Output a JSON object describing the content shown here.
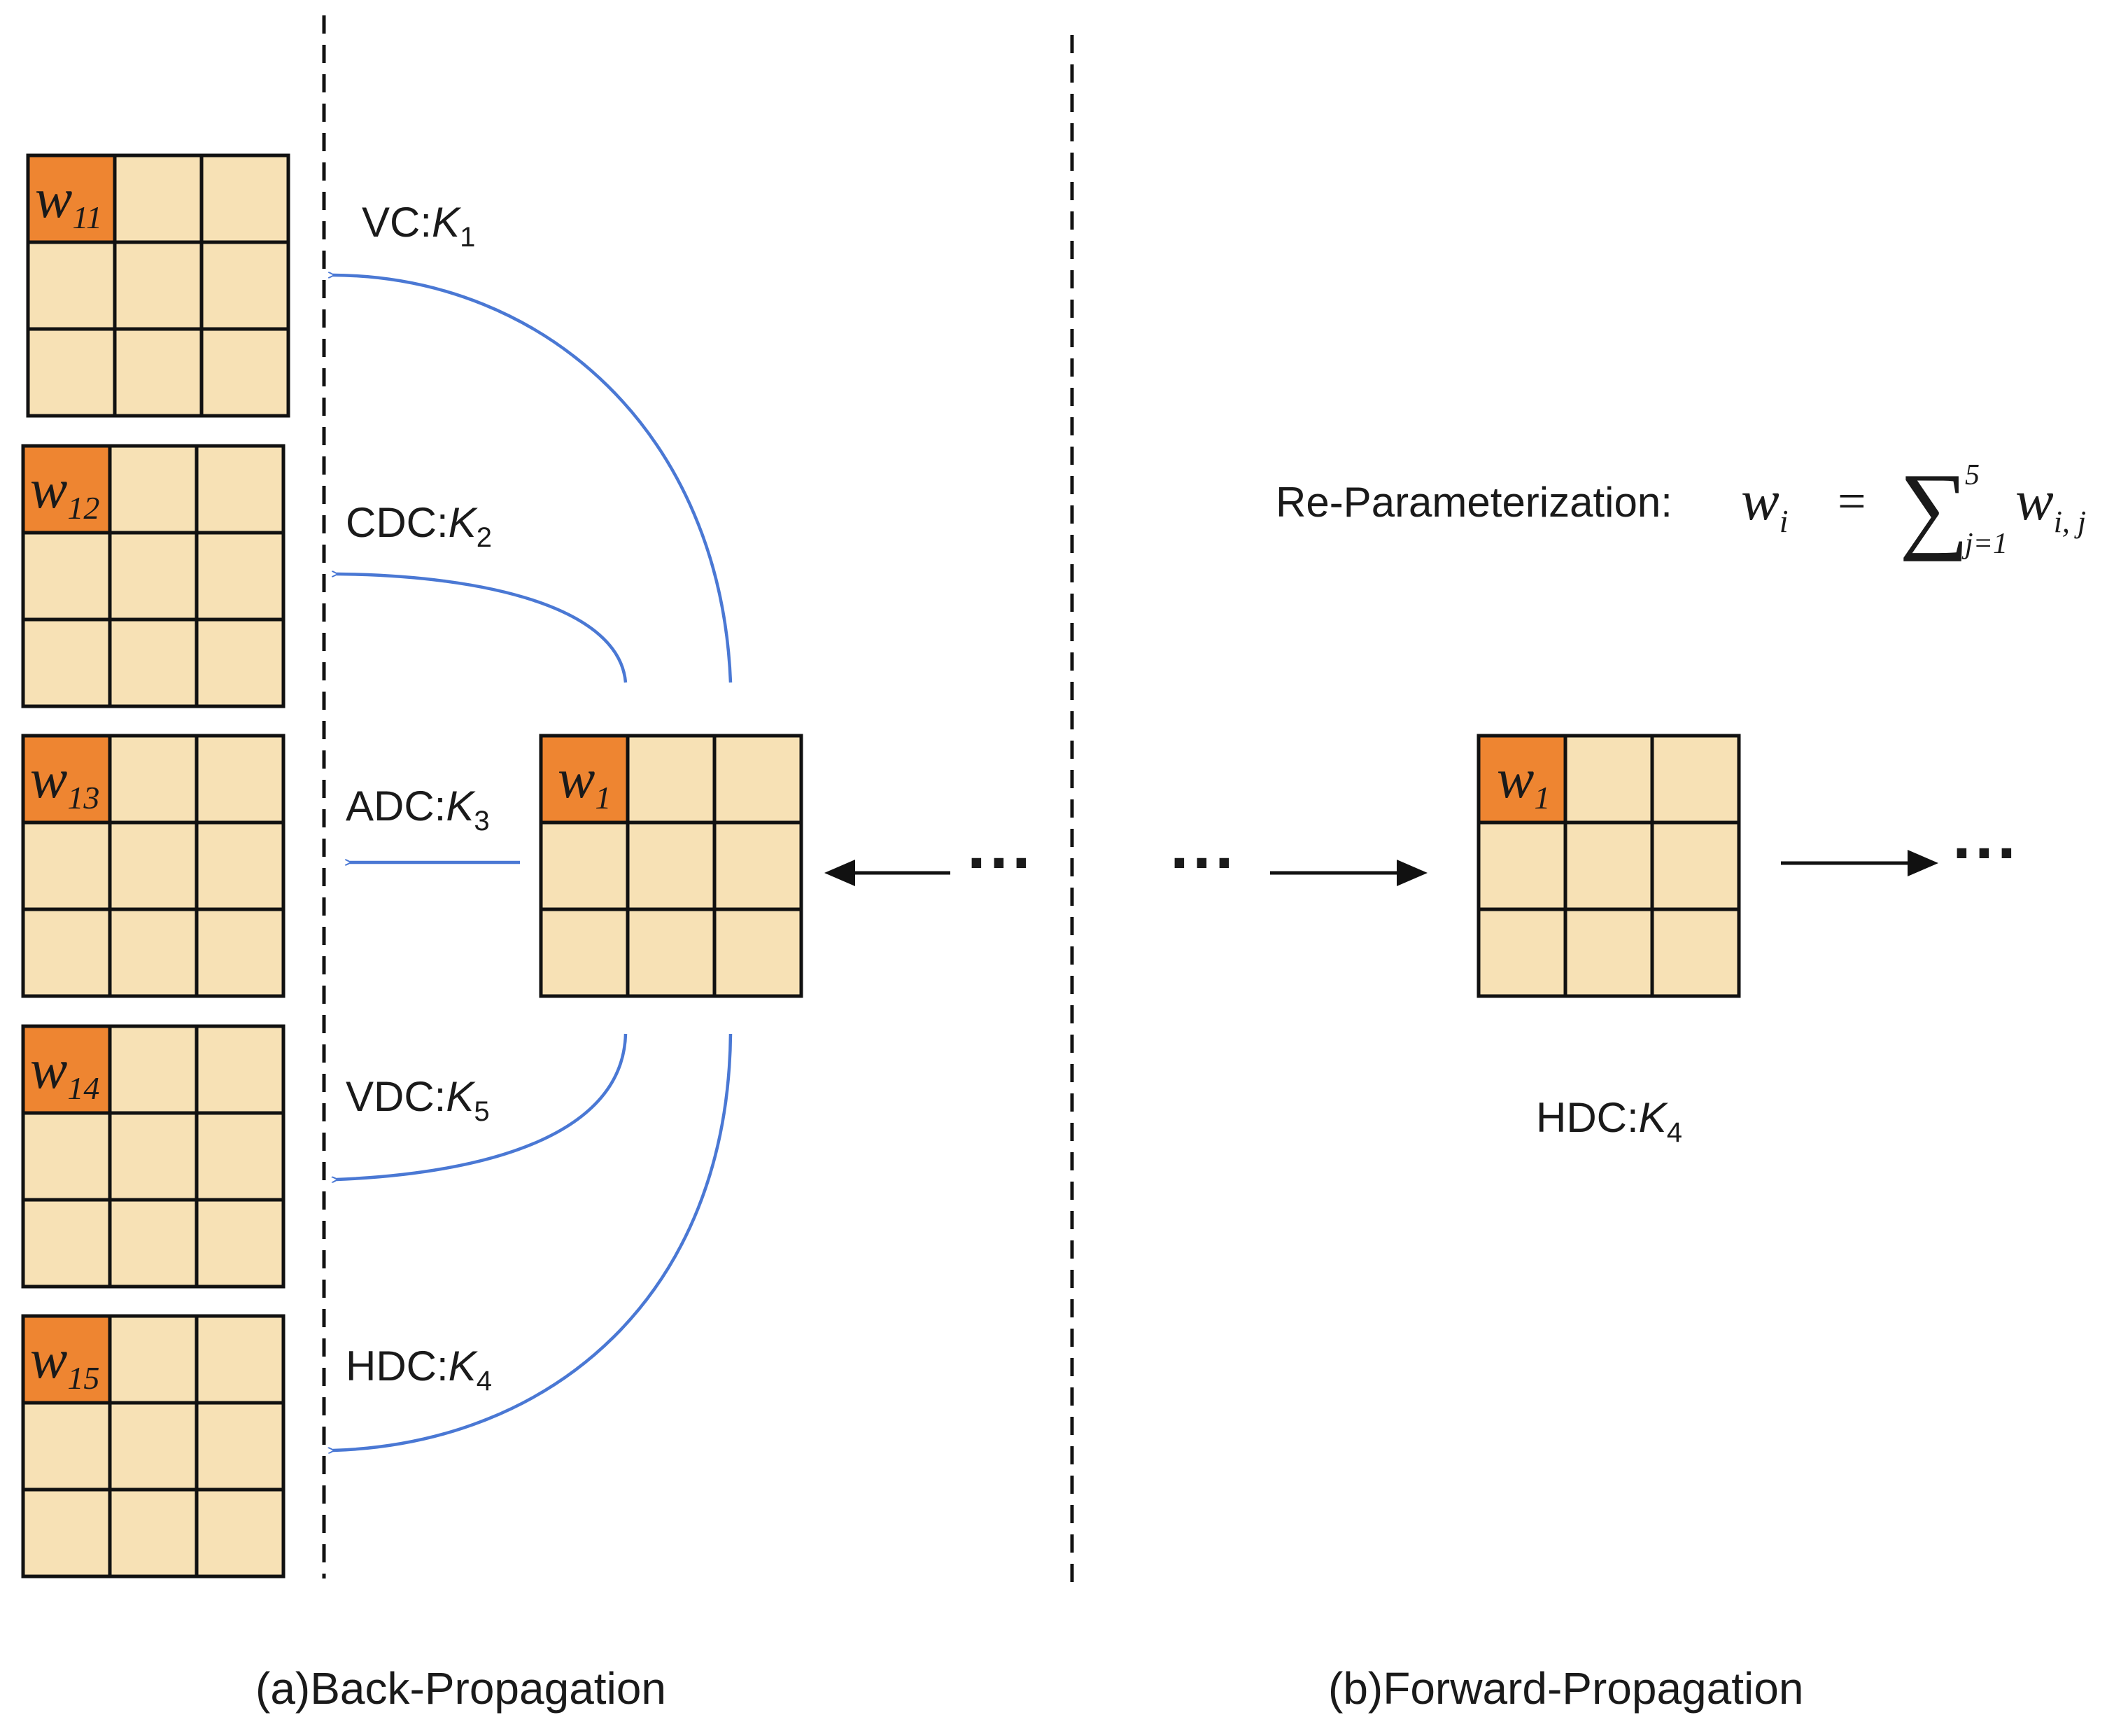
{
  "colors": {
    "cell_fill": "#f7e1b5",
    "highlight_fill": "#ee8531",
    "grid_stroke": "#111111",
    "arrow_blue": "#4a78d4",
    "arrow_black": "#111111"
  },
  "back_propagation": {
    "caption": "(a)Back-Propagation",
    "source_kernel": {
      "weight": "w",
      "weight_sub": "1"
    },
    "ellipsis": "···",
    "kernels": [
      {
        "weight": "w",
        "weight_sub": "11",
        "op": "VC:",
        "k": "K",
        "k_sub": "1"
      },
      {
        "weight": "w",
        "weight_sub": "12",
        "op": "CDC:",
        "k": "K",
        "k_sub": "2"
      },
      {
        "weight": "w",
        "weight_sub": "13",
        "op": "ADC:",
        "k": "K",
        "k_sub": "3"
      },
      {
        "weight": "w",
        "weight_sub": "14",
        "op": "VDC:",
        "k": "K",
        "k_sub": "5"
      },
      {
        "weight": "w",
        "weight_sub": "15",
        "op": "HDC:",
        "k": "K",
        "k_sub": "4"
      }
    ]
  },
  "forward_propagation": {
    "caption": "(b)Forward-Propagation",
    "kernel": {
      "weight": "w",
      "weight_sub": "1"
    },
    "kernel_label": {
      "op": "HDC:",
      "k": "K",
      "k_sub": "4"
    },
    "ellipsis_left": "···",
    "ellipsis_right": "···",
    "reparam": {
      "label": "Re-Parameterization:",
      "lhs": "w",
      "lhs_sub": "i",
      "equals": "=",
      "sum": "∑",
      "sum_upper": "5",
      "sum_lower": "j=1",
      "rhs": "w",
      "rhs_sub": "i, j"
    }
  }
}
